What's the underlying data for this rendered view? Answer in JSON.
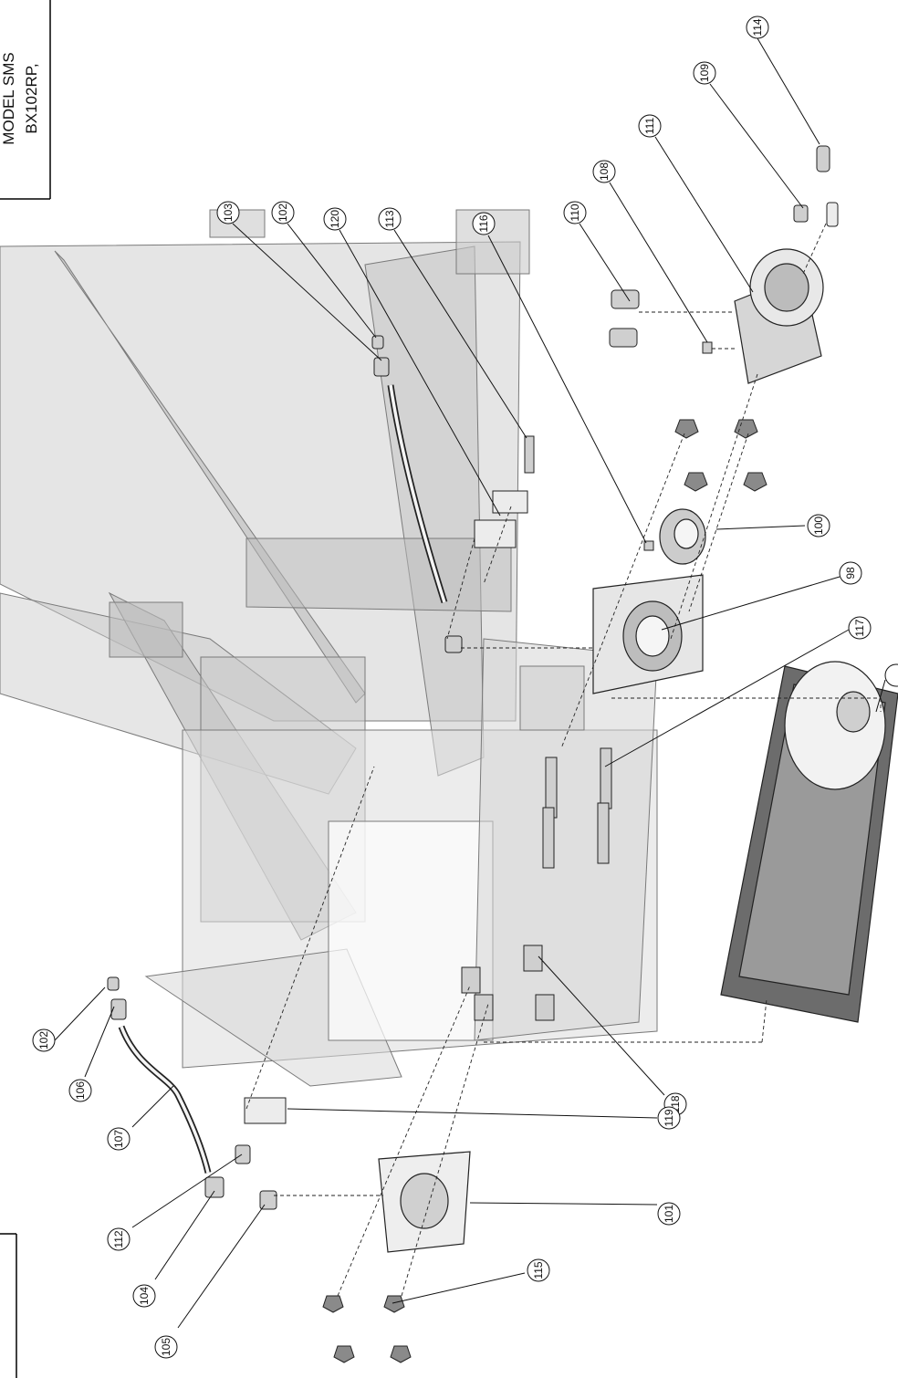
{
  "title_block": {
    "lines": [
      "MODEL SMS",
      "BX102RP,"
    ]
  },
  "callouts": [
    {
      "id": "c-114",
      "label": "114"
    },
    {
      "id": "c-109",
      "label": "109"
    },
    {
      "id": "c-111",
      "label": "111"
    },
    {
      "id": "c-108",
      "label": "108"
    },
    {
      "id": "c-110",
      "label": "110"
    },
    {
      "id": "c-116",
      "label": "116"
    },
    {
      "id": "c-113",
      "label": "113"
    },
    {
      "id": "c-120",
      "label": "120"
    },
    {
      "id": "c-102a",
      "label": "102"
    },
    {
      "id": "c-103",
      "label": "103"
    },
    {
      "id": "c-100",
      "label": "100"
    },
    {
      "id": "c-98",
      "label": "98"
    },
    {
      "id": "c-117",
      "label": "117"
    },
    {
      "id": "c-99",
      "label": ""
    },
    {
      "id": "c-118",
      "label": "118"
    },
    {
      "id": "c-119",
      "label": "119"
    },
    {
      "id": "c-101",
      "label": "101"
    },
    {
      "id": "c-115",
      "label": "115"
    },
    {
      "id": "c-102b",
      "label": "102"
    },
    {
      "id": "c-106",
      "label": "106"
    },
    {
      "id": "c-107",
      "label": "107"
    },
    {
      "id": "c-112",
      "label": "112"
    },
    {
      "id": "c-104",
      "label": "104"
    },
    {
      "id": "c-105",
      "label": "105"
    }
  ]
}
